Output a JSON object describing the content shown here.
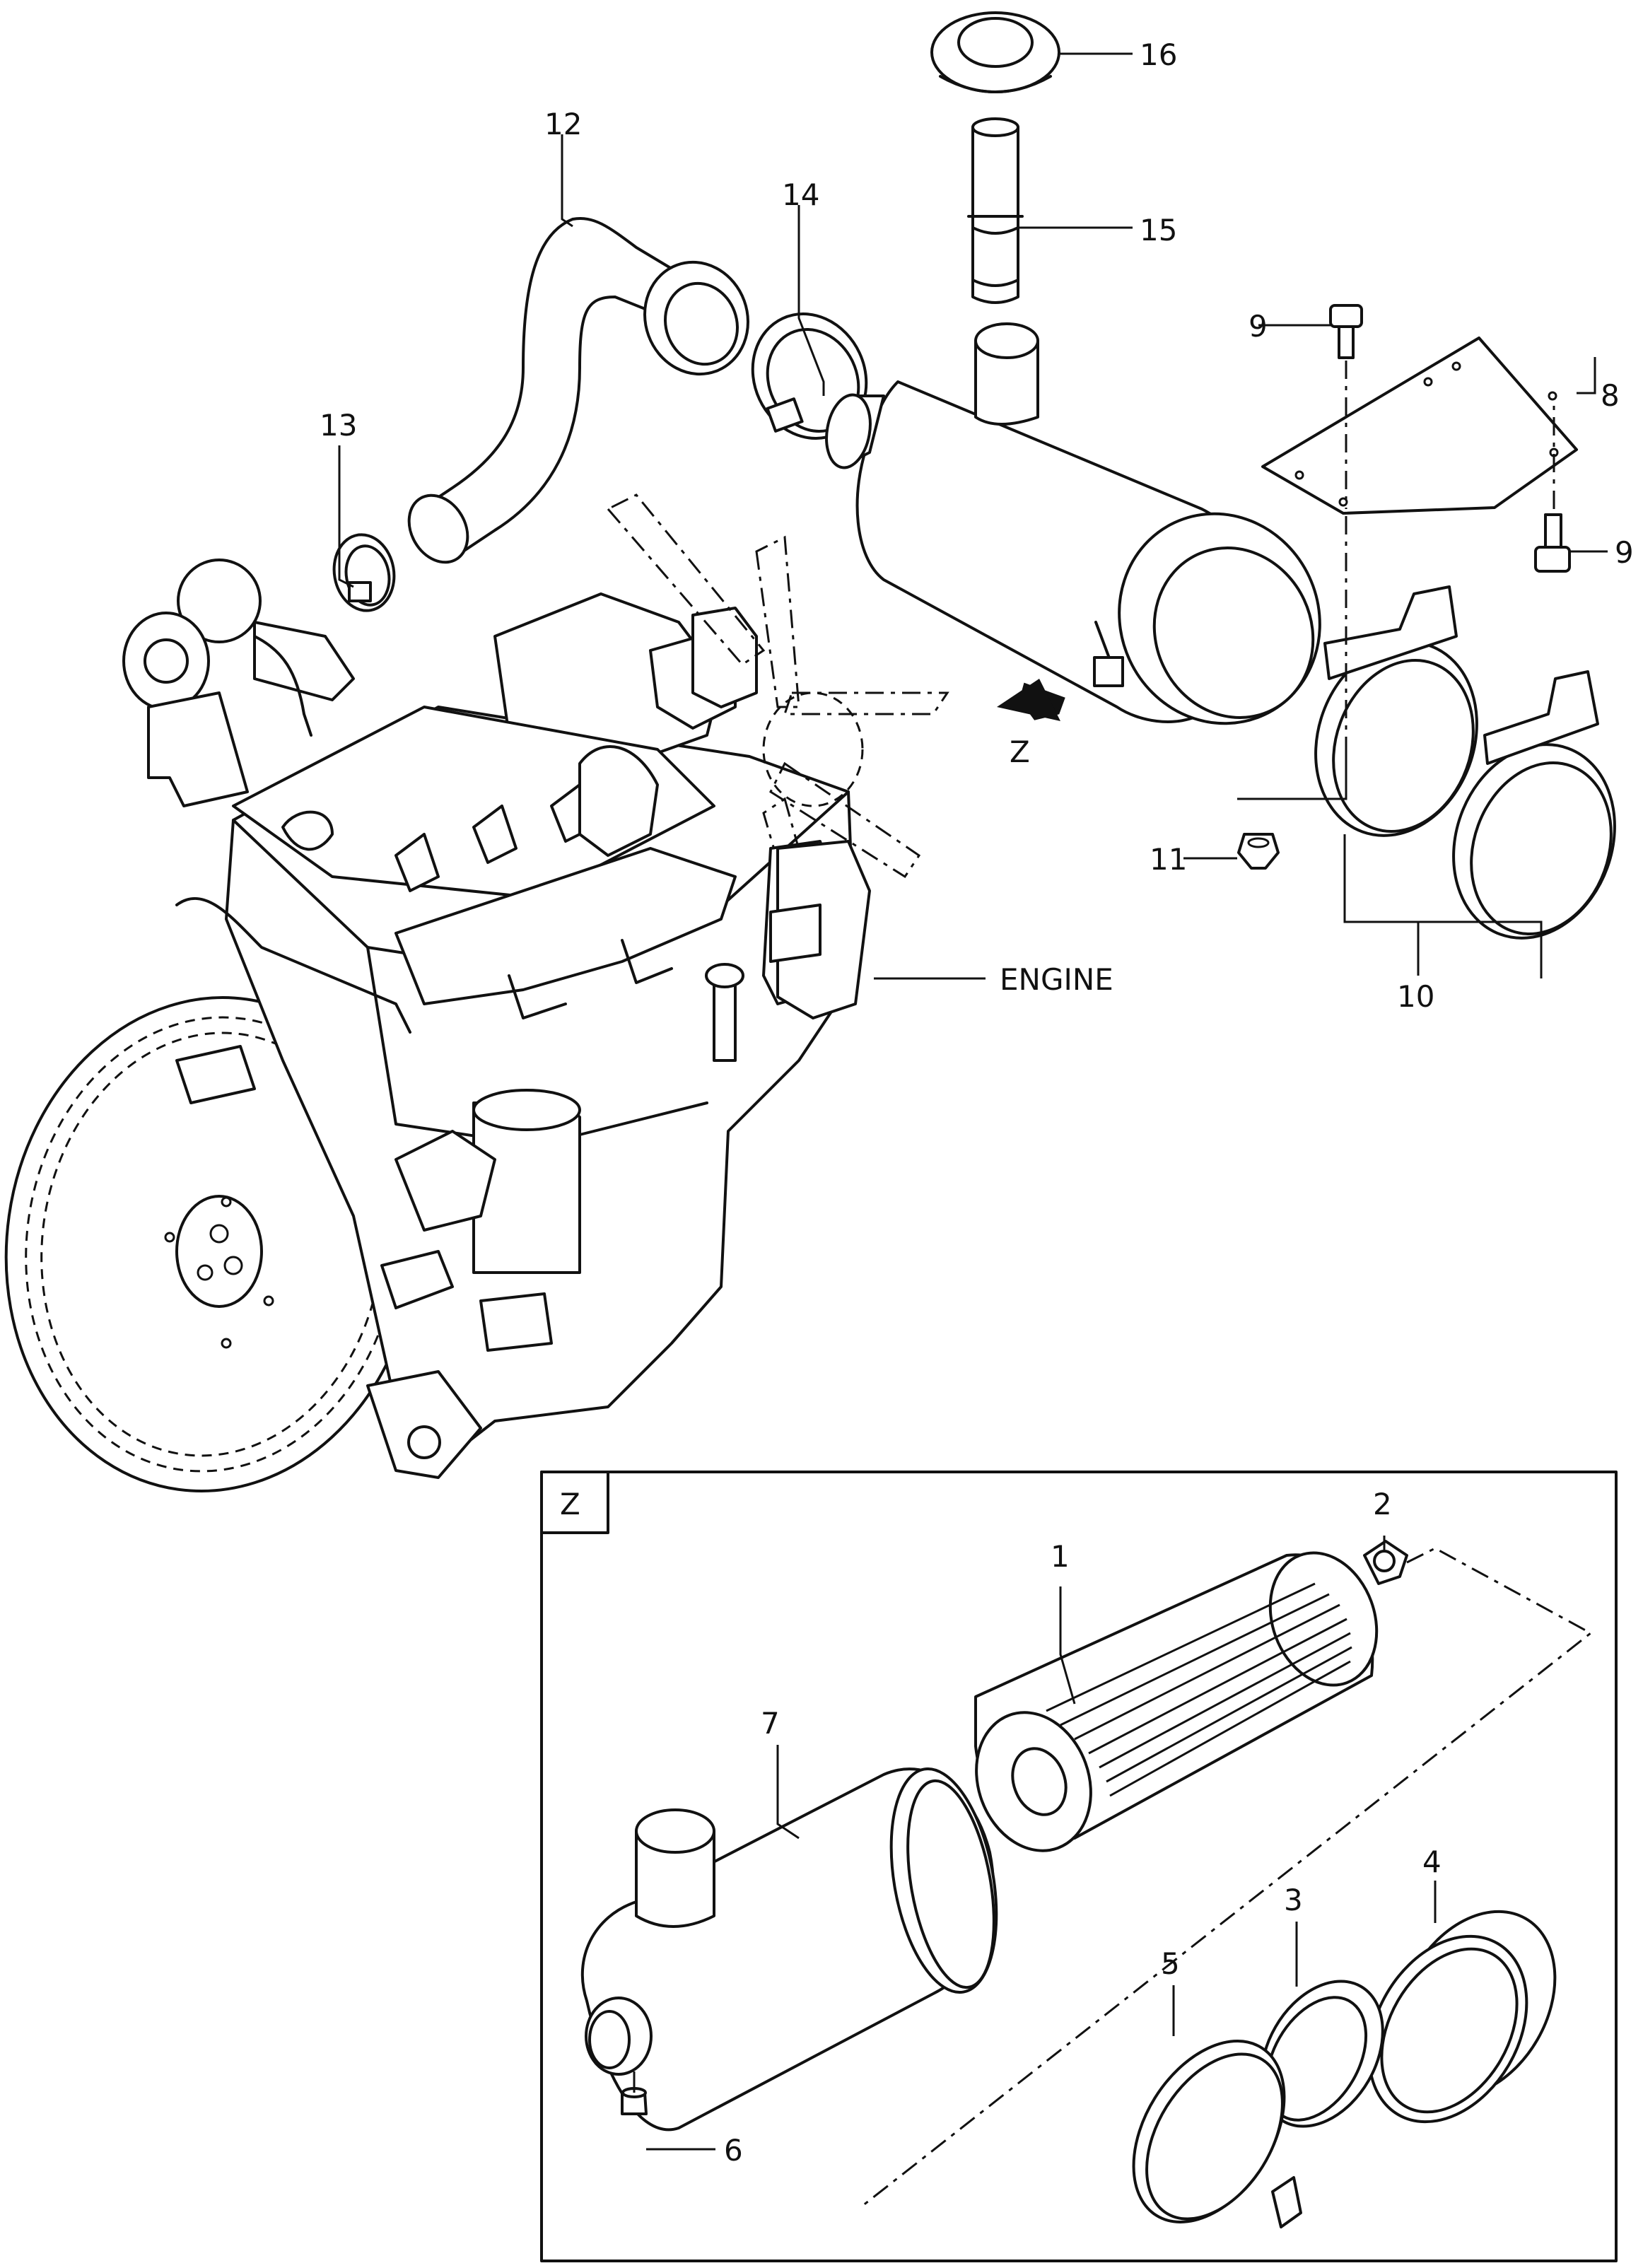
{
  "callouts": {
    "c1": "1",
    "c2": "2",
    "c3": "3",
    "c4": "4",
    "c5": "5",
    "c6": "6",
    "c7": "7",
    "c8": "8",
    "c9a": "9",
    "c9b": "9",
    "c10": "10",
    "c11": "11",
    "c12": "12",
    "c13": "13",
    "c14": "14",
    "c15": "15",
    "c16": "16",
    "engine": "ENGINE"
  },
  "view_marker": "Z",
  "detail_box_label": "Z",
  "colors": {
    "line": "#111111",
    "background": "#ffffff"
  }
}
